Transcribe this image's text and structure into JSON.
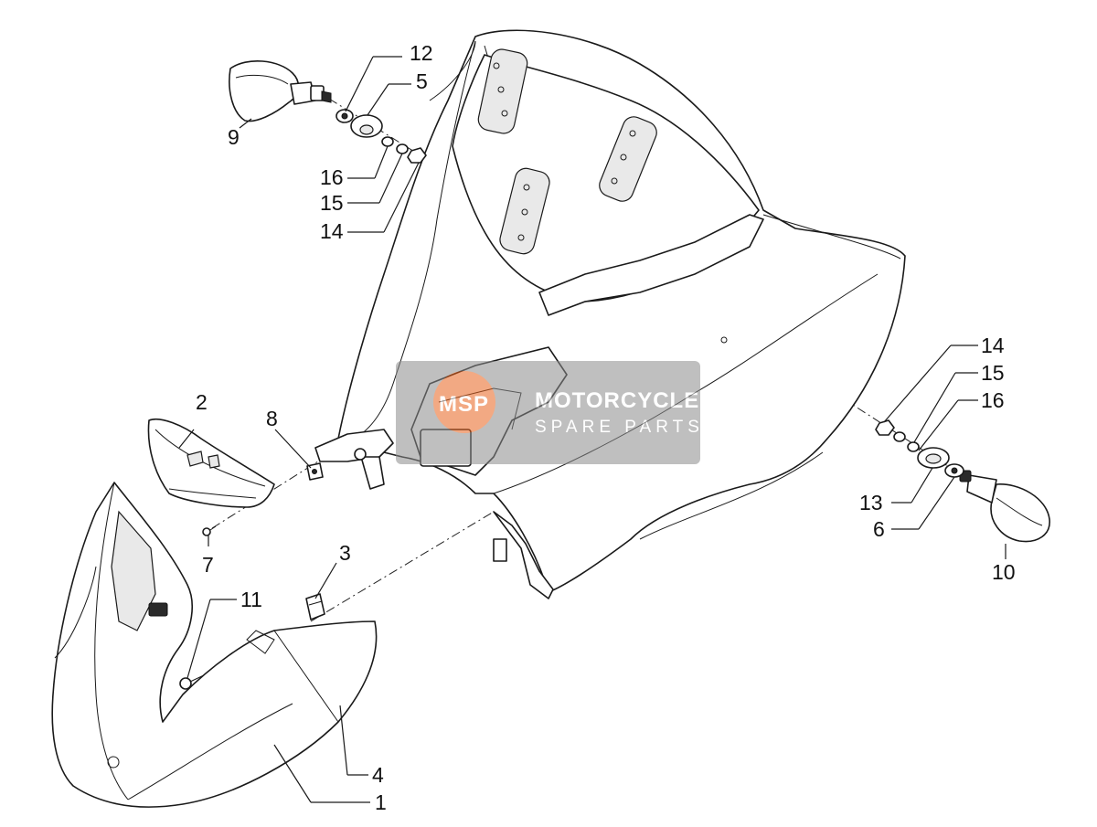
{
  "callouts": [
    {
      "id": "callout-12",
      "label": "12"
    },
    {
      "id": "callout-5",
      "label": "5"
    },
    {
      "id": "callout-9",
      "label": "9"
    },
    {
      "id": "callout-16-top",
      "label": "16"
    },
    {
      "id": "callout-15-top",
      "label": "15"
    },
    {
      "id": "callout-14-top",
      "label": "14"
    },
    {
      "id": "callout-2",
      "label": "2"
    },
    {
      "id": "callout-8",
      "label": "8"
    },
    {
      "id": "callout-7",
      "label": "7"
    },
    {
      "id": "callout-3",
      "label": "3"
    },
    {
      "id": "callout-11",
      "label": "11"
    },
    {
      "id": "callout-4",
      "label": "4"
    },
    {
      "id": "callout-1",
      "label": "1"
    },
    {
      "id": "callout-14-right",
      "label": "14"
    },
    {
      "id": "callout-15-right",
      "label": "15"
    },
    {
      "id": "callout-16-right",
      "label": "16"
    },
    {
      "id": "callout-13",
      "label": "13"
    },
    {
      "id": "callout-6",
      "label": "6"
    },
    {
      "id": "callout-10",
      "label": "10"
    }
  ],
  "watermark": {
    "line1": "MOTORCYCLE",
    "line2": "SPARE PARTS",
    "badge": "MSP",
    "accent_color": "#e8641e",
    "box_color": "#8c8c8c"
  }
}
